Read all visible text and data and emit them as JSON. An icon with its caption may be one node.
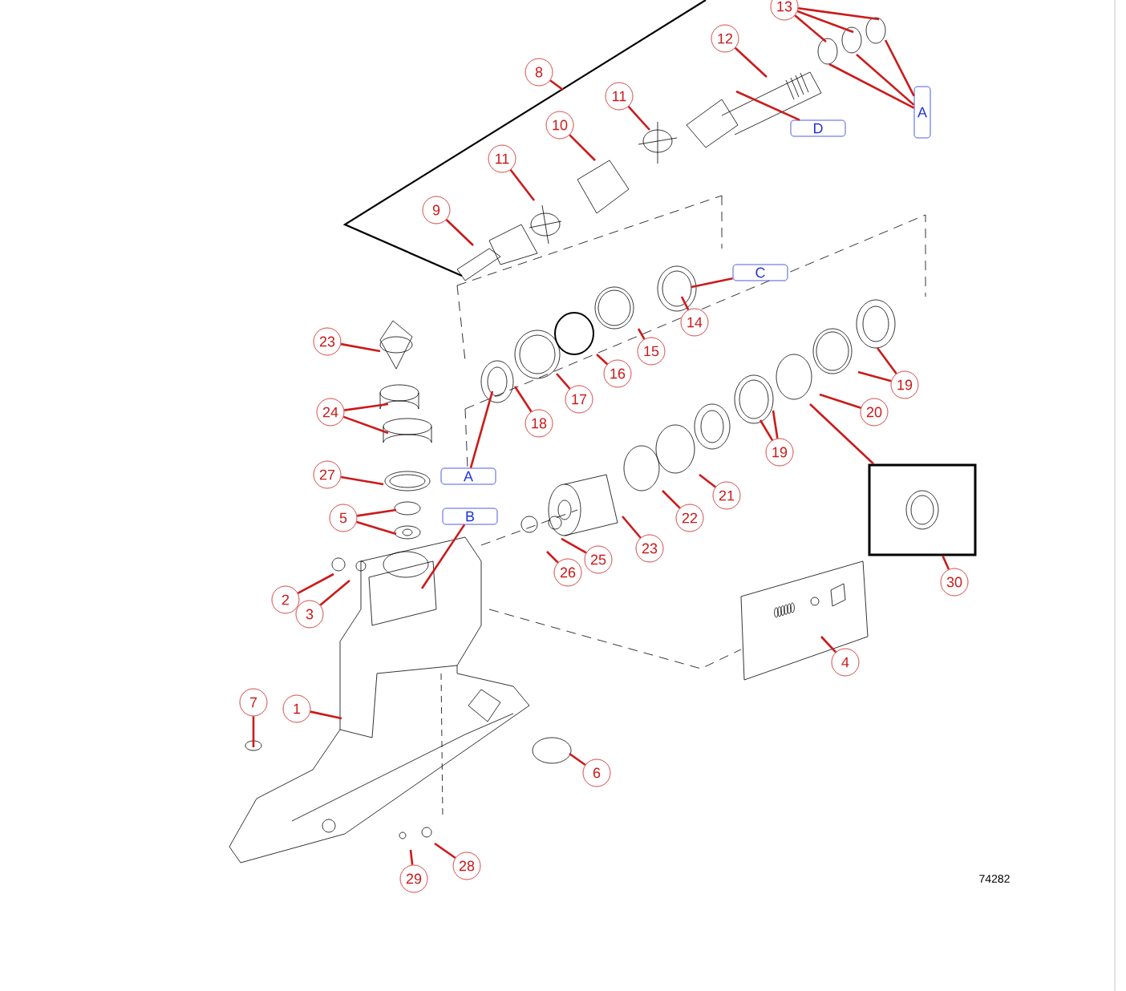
{
  "diagram": {
    "nodes": [
      {
        "text": [
          "13"
        ]
      },
      {
        "text": [
          "12"
        ]
      },
      {
        "text": [
          "8"
        ]
      },
      {
        "text": [
          "11"
        ]
      },
      {
        "text": [
          "10"
        ]
      },
      {
        "text": [
          "11"
        ]
      },
      {
        "text": [
          "9"
        ]
      },
      {
        "text": [
          "14"
        ]
      },
      {
        "text": [
          "15"
        ]
      },
      {
        "text": [
          "16"
        ]
      },
      {
        "text": [
          "17"
        ]
      },
      {
        "text": [
          "18"
        ]
      },
      {
        "text": [
          "23"
        ]
      },
      {
        "text": [
          "19"
        ]
      },
      {
        "text": [
          "20"
        ]
      },
      {
        "text": [
          "24"
        ]
      },
      {
        "text": [
          "19"
        ]
      },
      {
        "text": [
          "27"
        ]
      },
      {
        "text": [
          "21"
        ]
      },
      {
        "text": [
          "22"
        ]
      },
      {
        "text": [
          "5"
        ]
      },
      {
        "text": [
          "23"
        ]
      },
      {
        "text": [
          "26"
        ]
      },
      {
        "text": [
          "25"
        ]
      },
      {
        "text": [
          "2"
        ]
      },
      {
        "text": [
          "3"
        ]
      },
      {
        "text": [
          "30"
        ]
      },
      {
        "text": [
          "4"
        ]
      },
      {
        "text": [
          "7"
        ]
      },
      {
        "text": [
          "1"
        ]
      },
      {
        "text": [
          "6"
        ]
      },
      {
        "text": [
          "29"
        ]
      },
      {
        "text": [
          "28"
        ]
      },
      {
        "text": [
          "D"
        ]
      },
      {
        "text": [
          "A"
        ]
      },
      {
        "text": [
          "C"
        ]
      },
      {
        "text": [
          "A"
        ]
      },
      {
        "text": [
          "B"
        ]
      },
      {
        "text": [],
        "shape": "box"
      }
    ],
    "edges": [
      {
        "from": 0,
        "to": null,
        "arrow": "none"
      },
      {
        "from": 0,
        "to": null,
        "arrow": "none"
      },
      {
        "from": 0,
        "to": null,
        "arrow": "none"
      },
      {
        "from": 34,
        "to": null,
        "arrow": "none"
      },
      {
        "from": 34,
        "to": null,
        "arrow": "none"
      },
      {
        "from": 34,
        "to": null,
        "arrow": "none"
      },
      {
        "from": 1,
        "to": null,
        "arrow": "none"
      },
      {
        "from": 33,
        "to": null,
        "arrow": "none"
      },
      {
        "from": 2,
        "to": null,
        "arrow": "none"
      },
      {
        "from": 3,
        "to": null,
        "arrow": "none"
      },
      {
        "from": 4,
        "to": null,
        "arrow": "none"
      },
      {
        "from": 5,
        "to": null,
        "arrow": "none"
      },
      {
        "from": 6,
        "to": null,
        "arrow": "none"
      },
      {
        "from": 7,
        "to": null,
        "arrow": "none"
      },
      {
        "from": 35,
        "to": null,
        "arrow": "none"
      },
      {
        "from": 8,
        "to": null,
        "arrow": "none"
      },
      {
        "from": 9,
        "to": null,
        "arrow": "none"
      },
      {
        "from": 10,
        "to": null,
        "arrow": "none"
      },
      {
        "from": 11,
        "to": null,
        "arrow": "none"
      },
      {
        "from": 36,
        "to": null,
        "arrow": "none"
      },
      {
        "from": 12,
        "to": null,
        "arrow": "none"
      },
      {
        "from": 13,
        "to": null,
        "arrow": "none"
      },
      {
        "from": 13,
        "to": null,
        "arrow": "none"
      },
      {
        "from": 14,
        "to": null,
        "arrow": "none"
      },
      {
        "from": 15,
        "to": null,
        "arrow": "none"
      },
      {
        "from": 15,
        "to": null,
        "arrow": "none"
      },
      {
        "from": 16,
        "to": null,
        "arrow": "none"
      },
      {
        "from": 16,
        "to": null,
        "arrow": "none"
      },
      {
        "from": 17,
        "to": null,
        "arrow": "none"
      },
      {
        "from": 18,
        "to": null,
        "arrow": "none"
      },
      {
        "from": 19,
        "to": null,
        "arrow": "none"
      },
      {
        "from": 20,
        "to": null,
        "arrow": "none"
      },
      {
        "from": 20,
        "to": null,
        "arrow": "none"
      },
      {
        "from": 21,
        "to": null,
        "arrow": "none"
      },
      {
        "from": 22,
        "to": null,
        "arrow": "none"
      },
      {
        "from": 23,
        "to": null,
        "arrow": "none"
      },
      {
        "from": 37,
        "to": null,
        "arrow": "none"
      },
      {
        "from": 24,
        "to": null,
        "arrow": "none"
      },
      {
        "from": 25,
        "to": null,
        "arrow": "none"
      },
      {
        "from": 26,
        "to": 38,
        "arrow": "none"
      },
      {
        "from": null,
        "to": 38,
        "arrow": "none"
      },
      {
        "from": 27,
        "to": null,
        "arrow": "none"
      },
      {
        "from": 28,
        "to": null,
        "arrow": "none"
      },
      {
        "from": 29,
        "to": null,
        "arrow": "none"
      },
      {
        "from": 30,
        "to": null,
        "arrow": "none"
      },
      {
        "from": 31,
        "to": null,
        "arrow": "none"
      },
      {
        "from": 32,
        "to": null,
        "arrow": "none"
      }
    ],
    "labels": [
      "74282"
    ]
  }
}
